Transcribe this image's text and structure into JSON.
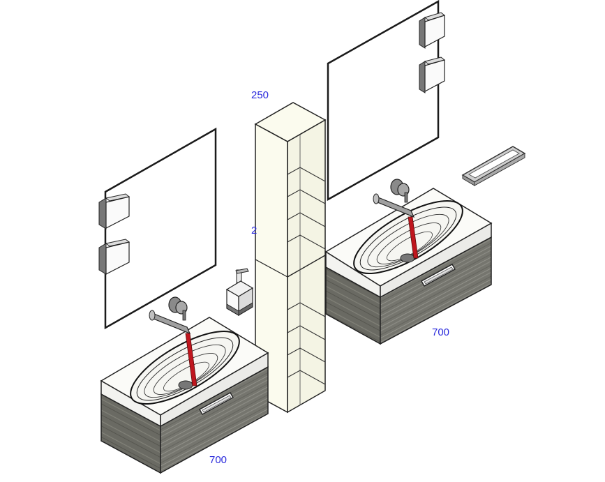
{
  "dimensions": {
    "column_width": "250",
    "column_count": "2",
    "left_vanity_width": "700",
    "right_vanity_width": "700"
  },
  "colors": {
    "dimension_text": "#2a2adc",
    "outline": "#1a1a1a",
    "cabinet_wood": "#7a7a72",
    "basin_top": "#fafaf8",
    "shelf_unit": "#fbfbf0",
    "waterfall": "#c0161e",
    "chrome": "#9a9a9a"
  }
}
